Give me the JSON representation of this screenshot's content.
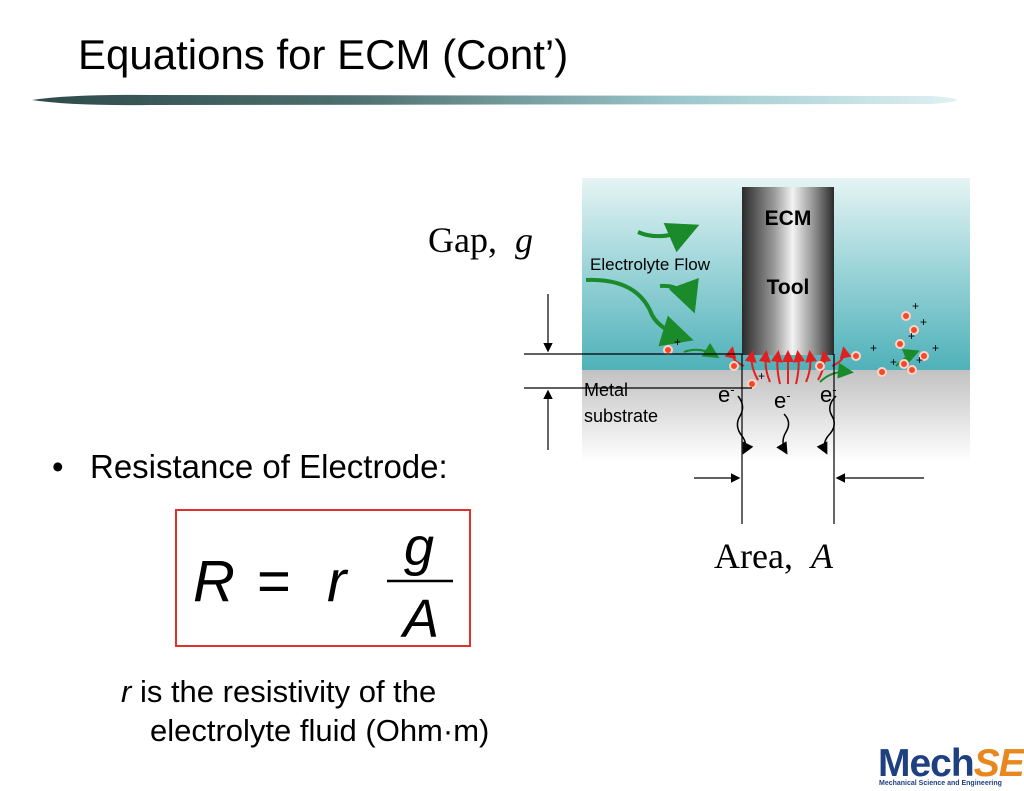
{
  "slide": {
    "title": "Equations for ECM (Cont’)"
  },
  "figure": {
    "gap_label": "Gap,",
    "gap_symbol": "g",
    "area_label": "Area,",
    "area_symbol": "A",
    "tool_line1": "ECM",
    "tool_line2": "Tool",
    "flow_label": "Electrolyte Flow",
    "substrate_line1": "Metal",
    "substrate_line2": "substrate",
    "electron": "e",
    "electron_sup": "-",
    "ion_sign": "+"
  },
  "bullet": {
    "symbol": "•",
    "text": "Resistance of Electrode:"
  },
  "equation": {
    "lhs": "R",
    "equals": "=",
    "coef": "r",
    "numerator": "g",
    "denominator": "A"
  },
  "note": {
    "var": "r",
    "line1": " is the resistivity of the",
    "line2": "electrolyte fluid (Ohm·m)"
  },
  "logo": {
    "part1": "Mech",
    "part2": "SE",
    "subtitle": "Mechanical Science and Engineering"
  },
  "colors": {
    "title_rule_dark": "#3f5a5a",
    "title_rule_light": "#c8e6ea",
    "electrolyte": "#5fb8c0",
    "substrate": "#c8c8c8",
    "flow_arrow": "#1a8a2a",
    "field_arrow": "#e02020",
    "box_border": "#e03030",
    "logo_blue": "#1e3f80",
    "logo_orange": "#e8871e"
  }
}
